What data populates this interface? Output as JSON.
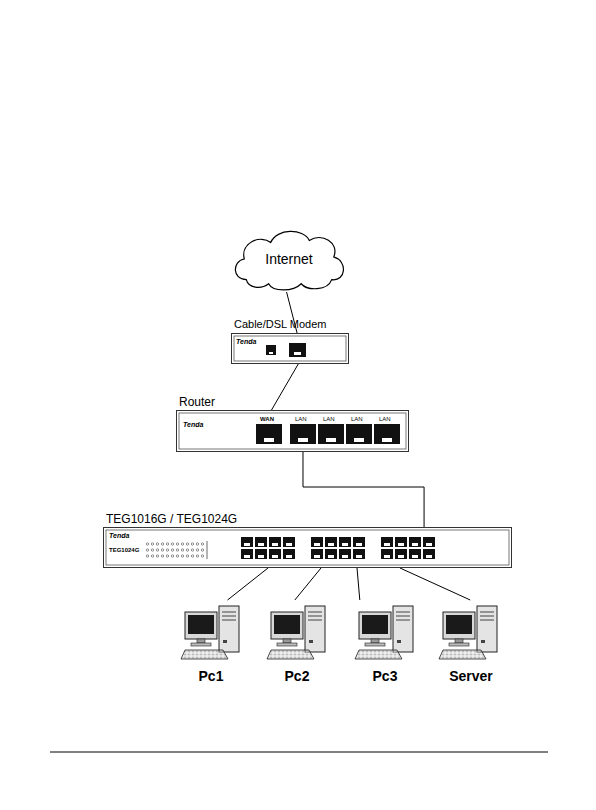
{
  "diagram": {
    "nodes": [
      {
        "text": [
          "Internet"
        ]
      },
      {
        "text": [
          "Cable/DSL Modem"
        ]
      },
      {
        "text": [
          "Router"
        ]
      },
      {
        "text": [
          "TEG1016G / TEG1024G"
        ]
      },
      {
        "text": [
          "Pc1"
        ]
      },
      {
        "text": [
          "Pc2"
        ]
      },
      {
        "text": [
          "Pc3"
        ]
      },
      {
        "text": [
          "Server"
        ]
      }
    ],
    "edges": [
      {
        "from": 0,
        "to": 1,
        "arrow": "none"
      },
      {
        "from": 1,
        "to": 2,
        "arrow": "none"
      },
      {
        "from": 2,
        "to": 3,
        "arrow": "none"
      },
      {
        "from": 3,
        "to": 4,
        "arrow": "none"
      },
      {
        "from": 3,
        "to": 5,
        "arrow": "none"
      },
      {
        "from": 3,
        "to": 6,
        "arrow": "none"
      },
      {
        "from": 3,
        "to": 7,
        "arrow": "none"
      }
    ],
    "labels": [
      "Tenda",
      "Tenda",
      "WAN",
      "LAN",
      "LAN",
      "LAN",
      "LAN",
      "Tenda",
      "TEG1024G"
    ]
  }
}
